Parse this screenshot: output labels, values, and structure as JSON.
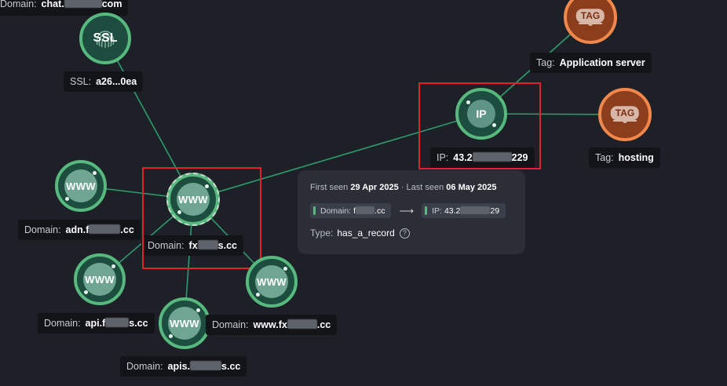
{
  "colors": {
    "background": "#1e2028",
    "domain_node": "#58b97f",
    "tag_node": "#f0884e",
    "highlight": "#e0222c",
    "edge": "#2f9a6c"
  },
  "nodes": {
    "ssl": {
      "icon_text": "SSL",
      "icon": "fingerprint-icon",
      "key": "SSL:",
      "value": "a26...0ea"
    },
    "tag_app": {
      "icon_text": "TAG",
      "key": "Tag:",
      "value": "Application server"
    },
    "tag_hosting": {
      "icon_text": "TAG",
      "key": "Tag:",
      "value": "hosting"
    },
    "ip": {
      "icon_text": "IP",
      "key": "IP:",
      "value_pre": "43.2",
      "value_post": "229"
    },
    "main": {
      "icon_text": "WWW",
      "key": "Domain:",
      "value_pre": "fx",
      "value_post": "s.cc"
    },
    "adn": {
      "icon_text": "WWW",
      "key": "Domain:",
      "value_pre": "adn.f",
      "value_post": ".cc"
    },
    "api": {
      "icon_text": "WWW",
      "key": "Domain:",
      "value_pre": "api.f",
      "value_post": "s.cc"
    },
    "apis": {
      "icon_text": "WWW",
      "key": "Domain:",
      "value_pre": "apis.",
      "value_post": "s.cc"
    },
    "www": {
      "icon_text": "WWW",
      "key": "Domain:",
      "value_pre": "www.fx",
      "value_post": ".cc"
    },
    "chat": {
      "key": "Domain:",
      "value_pre": "chat.",
      "value_post": "com"
    }
  },
  "popup": {
    "first_seen_label": "First seen",
    "first_seen": "29 Apr 2025",
    "separator": "·",
    "last_seen_label": "Last seen",
    "last_seen": "06 May 2025",
    "from_chip": {
      "key": "Domain:",
      "value_pre": "f",
      "value_post": ".cc"
    },
    "arrow": "⟶",
    "to_chip": {
      "key": "IP:",
      "value_pre": "43.2",
      "value_post": "29"
    },
    "type_label": "Type:",
    "type_value": "has_a_record",
    "help_icon": "?"
  }
}
